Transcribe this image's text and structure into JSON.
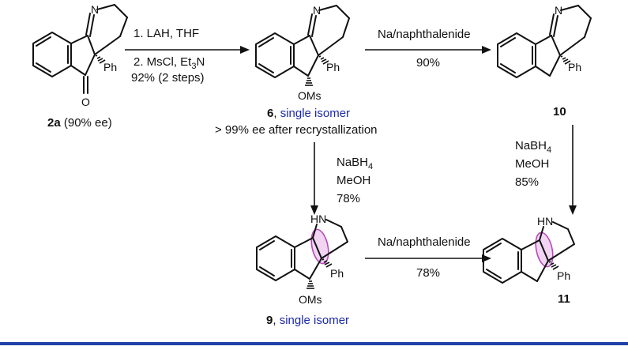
{
  "scheme": {
    "compounds": {
      "c2a": {
        "id": "2a",
        "note": " (90% ee)",
        "ring_n": "N",
        "ketone_o": "O",
        "ph": "Ph"
      },
      "c6": {
        "id": "6",
        "sep": ", ",
        "label": "single isomer",
        "note": "> 99% ee after recrystallization",
        "ring_n": "N",
        "ph": "Ph",
        "leaving_group": "OMs"
      },
      "c10": {
        "id": "10",
        "ring_n": "N",
        "ph": "Ph"
      },
      "c9": {
        "id": "9",
        "sep": ", ",
        "label": "single isomer",
        "amine": "HN",
        "ph": "Ph",
        "leaving_group": "OMs"
      },
      "c11": {
        "id": "11",
        "amine": "HN",
        "ph": "Ph"
      }
    },
    "reactions": {
      "r1": {
        "line1": "1. LAH, THF",
        "line2_pre": "2. MsCl, Et",
        "line2_sub": "3",
        "line2_post": "N",
        "line3": "92% (2 steps)"
      },
      "r2": {
        "reagent": "Na/naphthalenide",
        "yield": "90%"
      },
      "r3": {
        "reagent_pre": "NaBH",
        "reagent_sub": "4",
        "solvent": "MeOH",
        "yield": "78%"
      },
      "r4": {
        "reagent_pre": "NaBH",
        "reagent_sub": "4",
        "solvent": "MeOH",
        "yield": "85%"
      },
      "r5": {
        "reagent": "Na/naphthalenide",
        "yield": "78%"
      }
    },
    "colors": {
      "highlight": "#e6b3ea",
      "highlight_stroke": "#b64ab9",
      "isomer_label": "#1c2aa8",
      "rule": "#1f3fa8"
    }
  }
}
